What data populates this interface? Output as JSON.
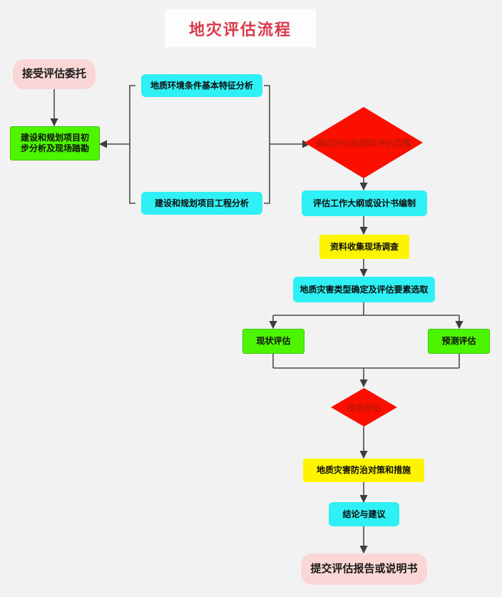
{
  "header": {
    "title": "地灾评估流程",
    "title_color": "#d9384a"
  },
  "palette": {
    "background": "#f2f2f2",
    "pink": "#fbd6d6",
    "green": "#4df500",
    "cyan": "#2ff0f5",
    "yellow": "#fcf403",
    "red": "#fa0f00",
    "diamond_text": "#c21705",
    "edge": "#4a4a4a"
  },
  "nodes": {
    "accept_commission": "接受评估委托",
    "prelim_analysis_line1": "建设和规划项目初",
    "prelim_analysis_line2": "步分析及现场踏勘",
    "geo_env_analysis": "地质环境条件基本特征分析",
    "project_engineering_analysis": "建设和规划项目工程分析",
    "determine_level_scope": "确定评估级别和评估范围",
    "outline_design": "评估工作大纲或设计书编制",
    "data_collection_survey": "资料收集现场调查",
    "hazard_type_factors": "地质灾害类型确定及评估要素选取",
    "current_assessment": "现状评估",
    "predictive_assessment": "预测评估",
    "comprehensive_assessment": "综合评估",
    "prevention_measures": "地质灾害防治对策和措施",
    "conclusions_suggestions": "结论与建议",
    "submit_report": "提交评估报告或说明书"
  }
}
